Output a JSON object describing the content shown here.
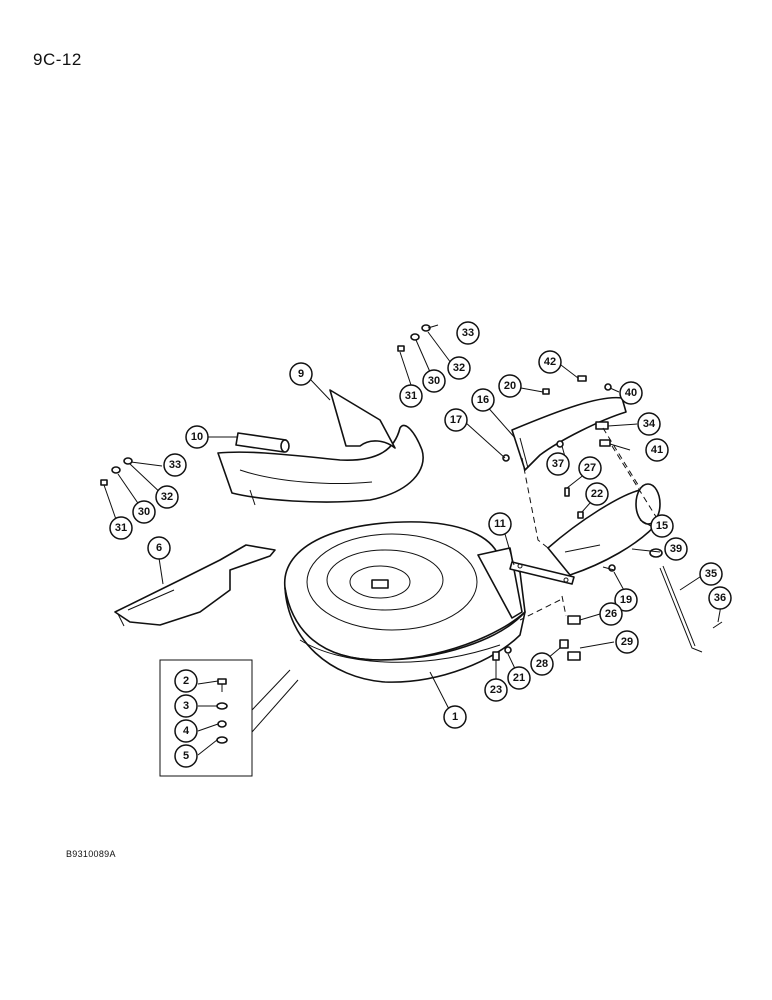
{
  "page": {
    "page_id": "9C-12",
    "drawing_code": "B9310089A"
  },
  "callouts": {
    "c1": "1",
    "c2": "2",
    "c3": "3",
    "c4": "4",
    "c5": "5",
    "c6": "6",
    "c9": "9",
    "c10": "10",
    "c11": "11",
    "c15": "15",
    "c16": "16",
    "c17": "17",
    "c19": "19",
    "c20": "20",
    "c21": "21",
    "c22": "22",
    "c23": "23",
    "c26": "26",
    "c27": "27",
    "c28": "28",
    "c29": "29",
    "c30a": "30",
    "c31a": "31",
    "c32a": "32",
    "c33a": "33",
    "c30b": "30",
    "c31b": "31",
    "c32b": "32",
    "c33b": "33",
    "c34": "34",
    "c35": "35",
    "c36": "36",
    "c37": "37",
    "c39": "39",
    "c40": "40",
    "c41": "41",
    "c42": "42"
  }
}
